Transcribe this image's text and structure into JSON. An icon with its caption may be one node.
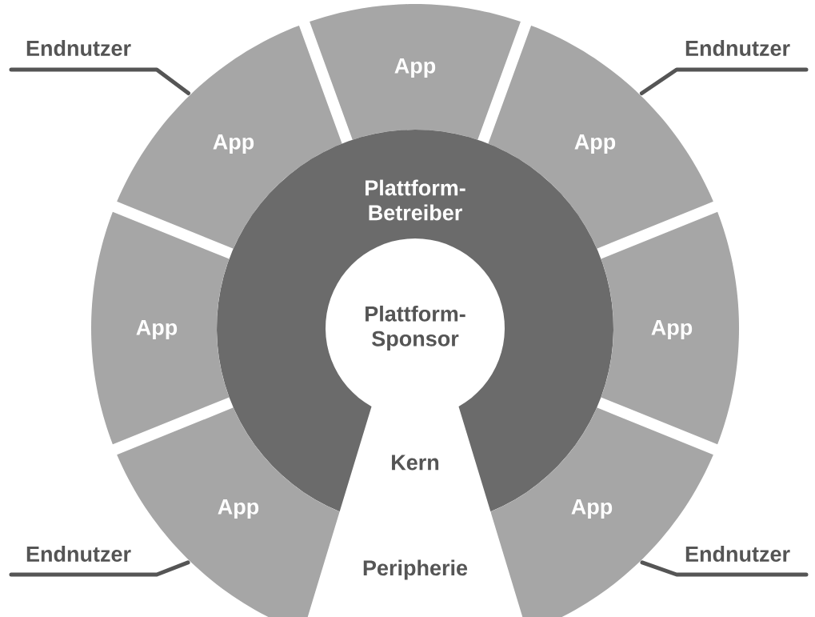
{
  "diagram": {
    "nodes": [
      {
        "text": [
          "Endnutzer"
        ]
      },
      {
        "text": [
          "App"
        ]
      },
      {
        "text": [
          "Endnutzer"
        ]
      },
      {
        "text": [
          "App"
        ]
      },
      {
        "text": [
          "App"
        ]
      },
      {
        "text": [
          "Plattform- Betreiber"
        ]
      },
      {
        "text": [
          "App"
        ]
      },
      {
        "text": [
          "Plattform- Sponsor"
        ]
      },
      {
        "text": [
          "App"
        ]
      },
      {
        "text": [
          "App"
        ]
      },
      {
        "text": [
          "App"
        ]
      },
      {
        "text": [
          "Endnutzer"
        ]
      },
      {
        "text": [
          "Endnutzer"
        ]
      }
    ],
    "edges": [
      {
        "from": 0,
        "to": 3,
        "arrow": "none"
      },
      {
        "from": 2,
        "to": 4,
        "arrow": "none"
      },
      {
        "from": 11,
        "to": 9,
        "arrow": "none"
      },
      {
        "from": 12,
        "to": 10,
        "arrow": "none"
      }
    ],
    "labels": [
      "Kern",
      "Peripherie"
    ]
  }
}
